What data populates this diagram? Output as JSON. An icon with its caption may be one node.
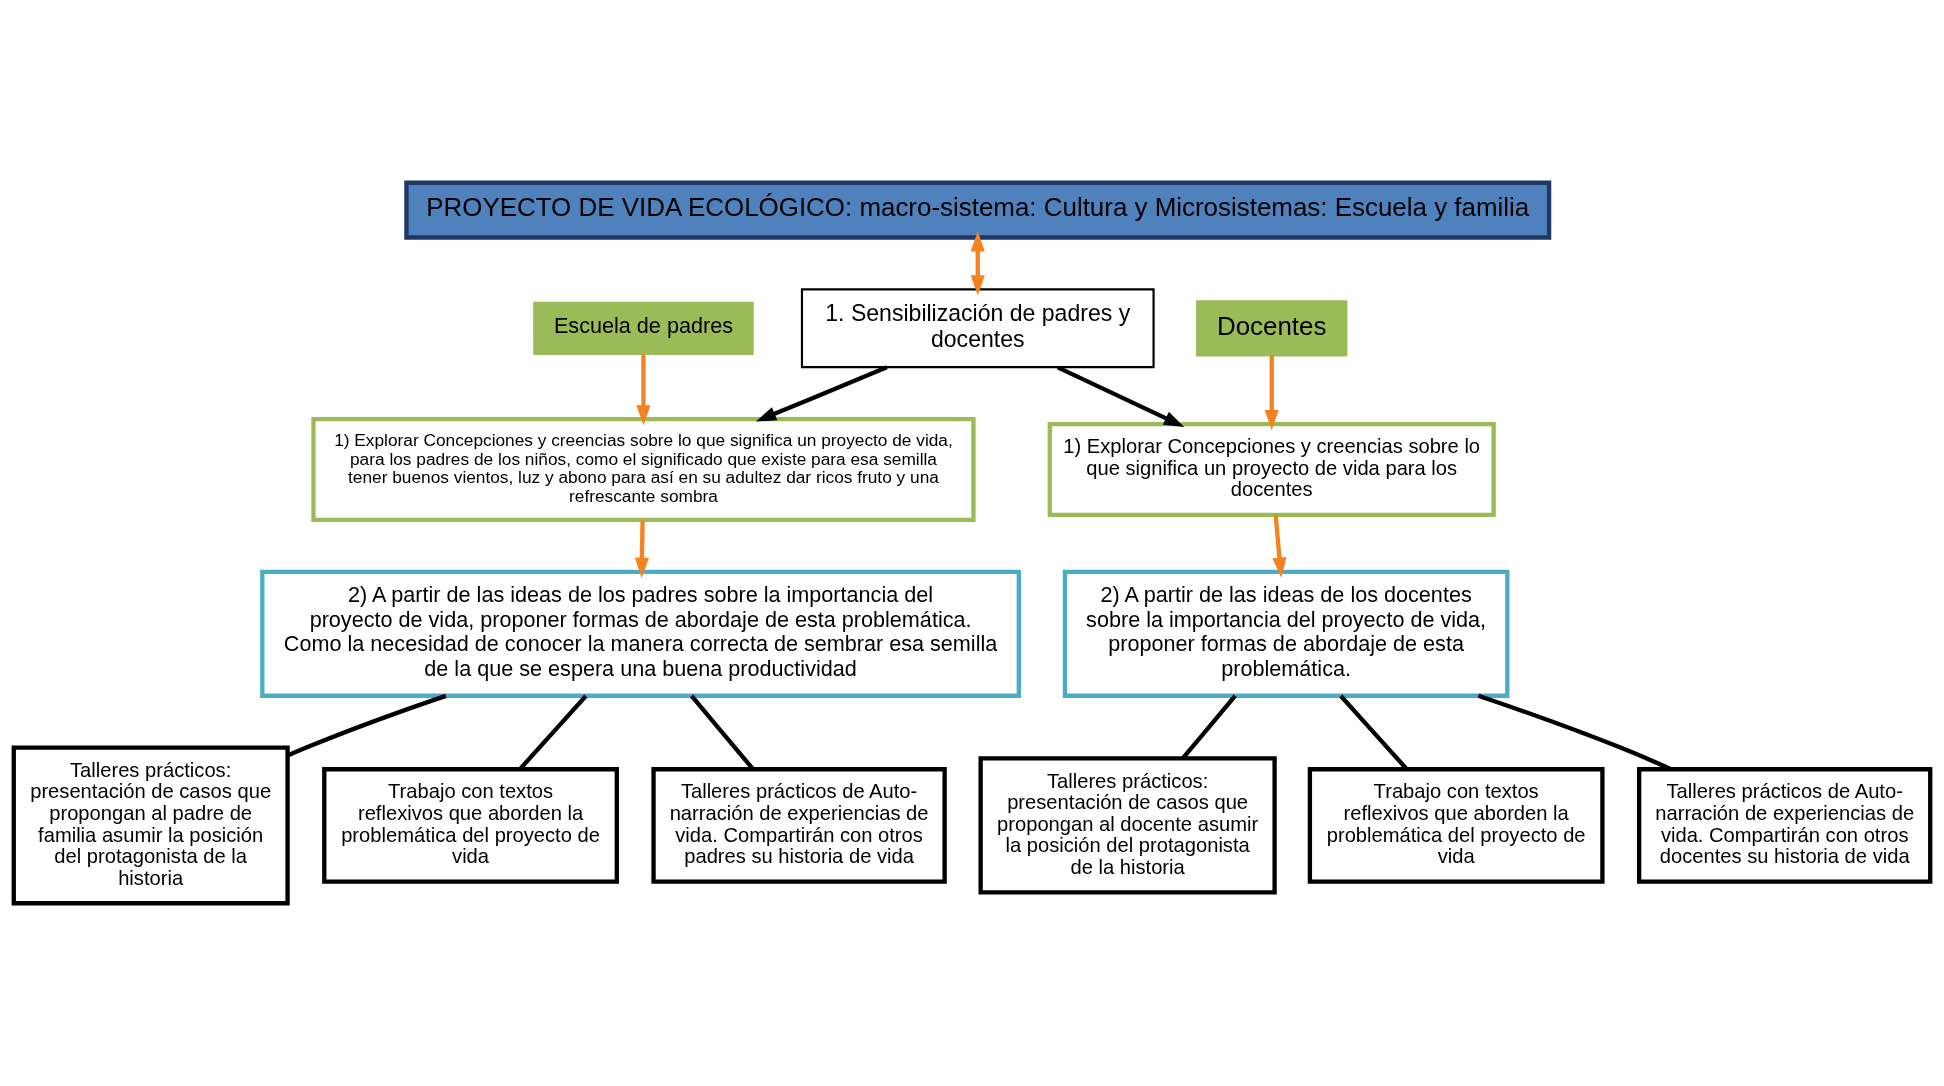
{
  "diagram": {
    "nodes": [
      {
        "text": [
          "PROYECTO DE VIDA ECOLÓGICO: macro-sistema: Cultura y Microsistemas: Escuela y familia"
        ]
      },
      {
        "text": [
          "1. Sensibilización de padres y docentes"
        ]
      },
      {
        "text": [
          "Escuela de padres"
        ]
      },
      {
        "text": [
          "Docentes"
        ]
      },
      {
        "text": [
          "1) Explorar Concepciones y creencias sobre lo que significa un proyecto de vida, para los padres de los niños, como el significado que existe para esa semilla tener buenos vientos, luz y abono para así en su adultez dar ricos fruto y una refrescante sombra"
        ]
      },
      {
        "text": [
          "1) Explorar Concepciones y creencias sobre lo que significa un proyecto de vida para los docentes"
        ]
      },
      {
        "text": [
          "2) A partir de las ideas de los padres sobre la importancia del proyecto de vida, proponer formas de abordaje de esta problemática. Como la necesidad de conocer la manera correcta de sembrar esa semilla de la que se espera una buena productividad"
        ]
      },
      {
        "text": [
          "2) A partir de las ideas de los docentes sobre la importancia del proyecto de vida, proponer formas de abordaje de esta problemática."
        ]
      },
      {
        "text": [
          "Talleres prácticos: presentación de casos que propongan al padre de familia asumir la posición del protagonista de la historia"
        ]
      },
      {
        "text": [
          "Trabajo con textos reflexivos que aborden la problemática del proyecto de vida"
        ]
      },
      {
        "text": [
          "Talleres prácticos de Auto-narración de experiencias de vida. Compartirán con otros padres su historia de vida"
        ]
      },
      {
        "text": [
          "Talleres prácticos: presentación de casos que propongan al docente asumir la posición del protagonista de la historia"
        ]
      },
      {
        "text": [
          "Trabajo con textos reflexivos que aborden la problemática del proyecto de vida"
        ]
      },
      {
        "text": [
          "Talleres prácticos de Auto-narración de experiencias de vida. Compartirán con otros docentes su historia de vida"
        ]
      }
    ],
    "edges": [
      {
        "from": 0,
        "to": 1,
        "arrow": "both",
        "color": "#f58220"
      },
      {
        "from": 1,
        "to": 4,
        "arrow": "to"
      },
      {
        "from": 1,
        "to": 5,
        "arrow": "to"
      },
      {
        "from": 2,
        "to": 4,
        "arrow": "to",
        "color": "#f58220"
      },
      {
        "from": 4,
        "to": 6,
        "arrow": "to",
        "color": "#f58220"
      },
      {
        "from": 3,
        "to": 5,
        "arrow": "to",
        "color": "#f58220"
      },
      {
        "from": 5,
        "to": 7,
        "arrow": "to",
        "color": "#f58220"
      },
      {
        "from": 6,
        "to": 8,
        "arrow": "none"
      },
      {
        "from": 6,
        "to": 9,
        "arrow": "none"
      },
      {
        "from": 6,
        "to": 10,
        "arrow": "none"
      },
      {
        "from": 7,
        "to": 11,
        "arrow": "none"
      },
      {
        "from": 7,
        "to": 12,
        "arrow": "none"
      },
      {
        "from": 7,
        "to": 13,
        "arrow": "none"
      }
    ]
  }
}
